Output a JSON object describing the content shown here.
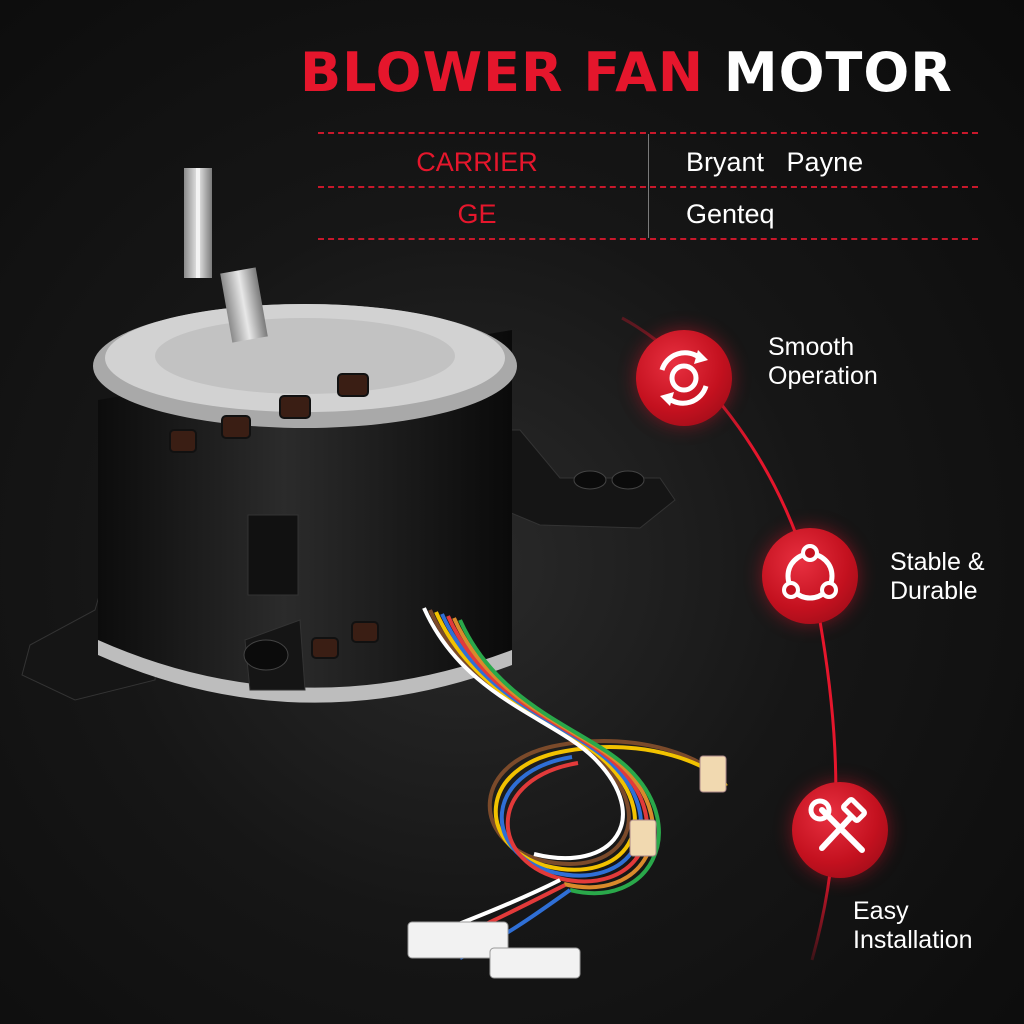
{
  "header": {
    "title_red": "BLOWER FAN",
    "title_white": "MOTOR"
  },
  "brands": [
    {
      "left": "CARRIER",
      "right": "Bryant   Payne"
    },
    {
      "left": "GE",
      "right": "Genteq"
    }
  ],
  "features": [
    {
      "icon": "rotation-icon",
      "line1": "Smooth",
      "line2": "Operation"
    },
    {
      "icon": "triangle-nodes-icon",
      "line1": "Stable &",
      "line2": "Durable"
    },
    {
      "icon": "tools-icon",
      "line1": "Easy",
      "line2": "Installation"
    }
  ],
  "colors": {
    "accent": "#e5162c",
    "text": "#ffffff",
    "background": "#111111"
  }
}
